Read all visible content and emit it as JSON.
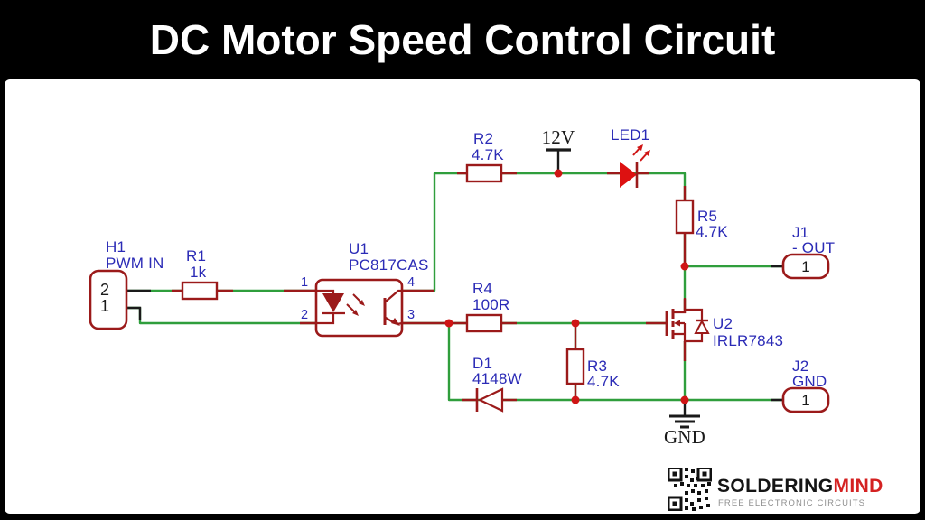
{
  "title": "DC Motor Speed Control Circuit",
  "schematic": {
    "h1": {
      "ref": "H1",
      "name": "PWM IN",
      "pin_top": "2",
      "pin_bottom": "1"
    },
    "r1": {
      "ref": "R1",
      "value": "1k"
    },
    "u1": {
      "ref": "U1",
      "value": "PC817CAS",
      "pin1": "1",
      "pin2": "2",
      "pin3": "3",
      "pin4": "4"
    },
    "r2": {
      "ref": "R2",
      "value": "4.7K"
    },
    "pwr": {
      "label": "12V"
    },
    "led1": {
      "ref": "LED1"
    },
    "r5": {
      "ref": "R5",
      "value": "4.7K"
    },
    "j1": {
      "ref": "J1",
      "name": "- OUT",
      "pin": "1"
    },
    "r4": {
      "ref": "R4",
      "value": "100R"
    },
    "u2": {
      "ref": "U2",
      "value": "IRLR7843"
    },
    "d1": {
      "ref": "D1",
      "value": "4148W"
    },
    "r3": {
      "ref": "R3",
      "value": "4.7K"
    },
    "j2": {
      "ref": "J2",
      "name": "GND",
      "pin": "1"
    },
    "gnd": {
      "label": "GND"
    }
  },
  "logo": {
    "brand_primary": "SOLDERING",
    "brand_accent": "MIND",
    "tagline": "FREE ELECTRONIC CIRCUITS"
  },
  "colors": {
    "wire_green": "#2f9e3c",
    "component_outline": "#9b1a1a",
    "junction_red": "#cf1515",
    "led_fill": "#dd1111",
    "label_blue": "#2b2bb6",
    "brand_red": "#d42121",
    "background": "#ffffff",
    "frame": "#000000"
  }
}
